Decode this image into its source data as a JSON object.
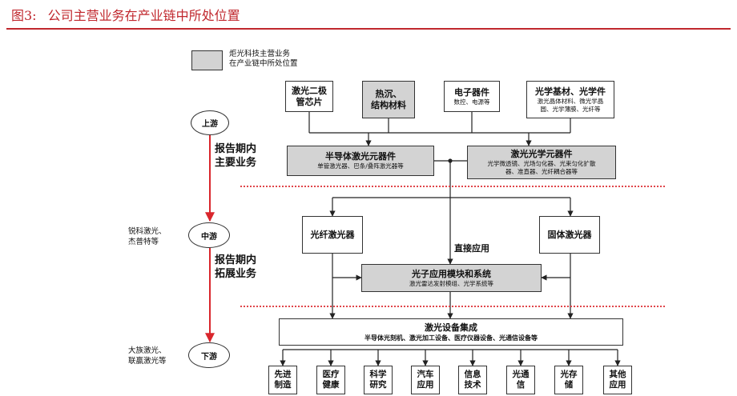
{
  "figure": {
    "number": "图3:",
    "title": "公司主营业务在产业链中所处位置"
  },
  "legend": {
    "line1": "炬光科技主营业务",
    "line2": "在产业链中所处位置"
  },
  "stages": {
    "upstream": {
      "label": "上游",
      "note1": "报告期内",
      "note2": "主要业务"
    },
    "midstream": {
      "label": "中游",
      "note1": "报告期内",
      "note2": "拓展业务"
    },
    "downstream": {
      "label": "下游"
    }
  },
  "companies": {
    "mid_line1": "锐科激光、",
    "mid_line2": "杰普特等",
    "down_line1": "大族激光、",
    "down_line2": "联赢激光等"
  },
  "upstream_inputs": [
    {
      "main1": "激光二极",
      "main2": "管芯片",
      "sub1": "",
      "sub2": "",
      "sub3": ""
    },
    {
      "main1": "热沉、",
      "main2": "结构材料",
      "sub1": "",
      "sub2": "",
      "sub3": ""
    },
    {
      "main1": "电子器件",
      "main2": "",
      "sub1": "数控、电源等",
      "sub2": "",
      "sub3": ""
    },
    {
      "main1": "光学基材、光学件",
      "main2": "",
      "sub1": "激光晶体材料、微光学晶",
      "sub2": "圆、光学薄膜、光纤等",
      "sub3": ""
    }
  ],
  "components": {
    "semi": {
      "main": "半导体激光元器件",
      "sub": "单管激光器、巴条/叠阵激光器等"
    },
    "optic": {
      "main": "激光光学元器件",
      "sub1": "光学微透镜、光场匀化器、光束匀化扩散",
      "sub2": "器、准直器、光纤耦合器等"
    }
  },
  "lasers": {
    "fiber": "光纤激光器",
    "solid": "固体激光器"
  },
  "direct_label": "直接应用",
  "module": {
    "main": "光子应用模块和系统",
    "sub": "激光雷达发射模组、光学系统等"
  },
  "integration": {
    "main": "激光设备集成",
    "sub": "半导体光刻机、激光加工设备、医疗仪器设备、光通信设备等"
  },
  "applications": [
    {
      "l1": "先进",
      "l2": "制造"
    },
    {
      "l1": "医疗",
      "l2": "健康"
    },
    {
      "l1": "科学",
      "l2": "研究"
    },
    {
      "l1": "汽车",
      "l2": "应用"
    },
    {
      "l1": "信息",
      "l2": "技术"
    },
    {
      "l1": "光通",
      "l2": "信"
    },
    {
      "l1": "光存",
      "l2": "储"
    },
    {
      "l1": "其他",
      "l2": "应用"
    }
  ],
  "colors": {
    "title_red": "#c0272d",
    "divider_red": "#e0454a",
    "arrow_red": "#d9262c",
    "shade": "#d3d3d3"
  }
}
